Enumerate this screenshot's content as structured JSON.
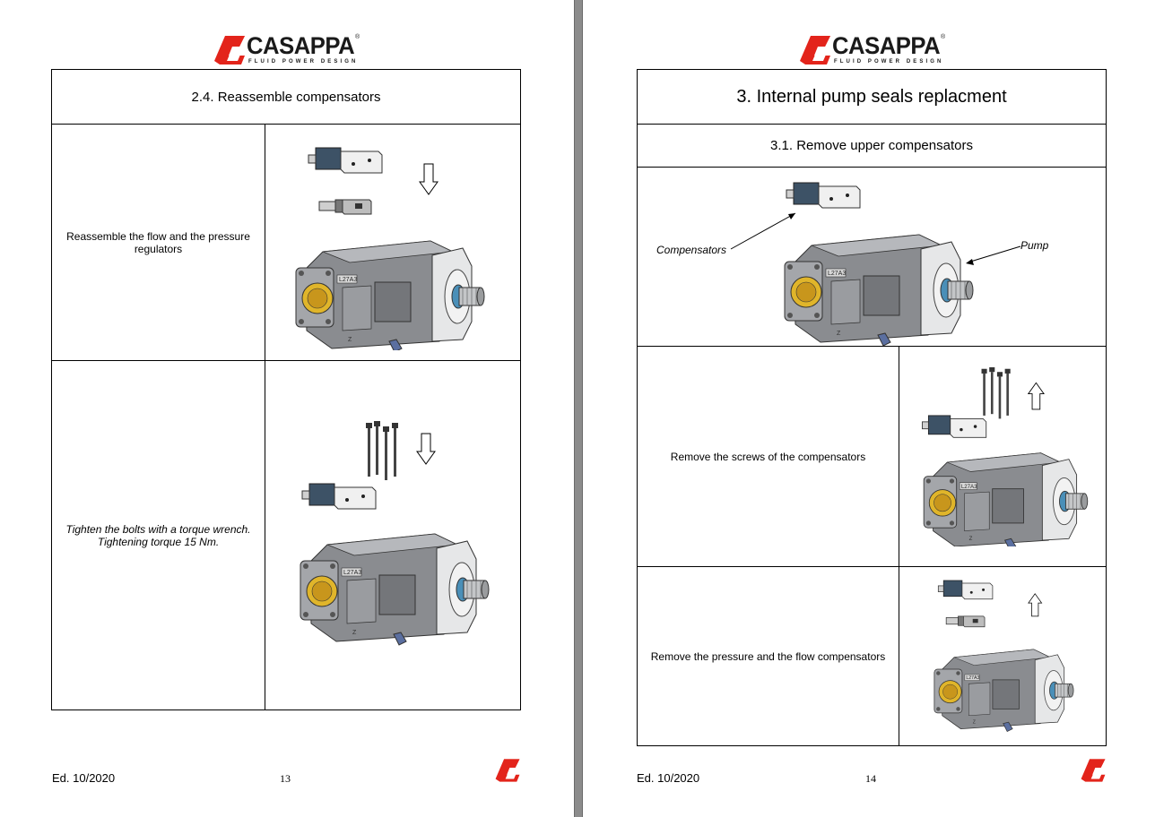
{
  "brand": {
    "name": "CASAPPA",
    "registered": "®",
    "tagline": "FLUID POWER DESIGN",
    "accent": "#e3241b"
  },
  "left_page": {
    "section_title": "2.4.   Reassemble compensators",
    "rows": [
      {
        "text": "Reassemble the flow and the pressure regulators",
        "image": "pump-compensators-reassembly"
      },
      {
        "text": "Tighten the bolts with a torque wrench. Tightening torque 15 Nm.",
        "image": "pump-bolts-tightening"
      }
    ],
    "footer": {
      "edition": "Ed. 10/2020",
      "page_number": "13"
    }
  },
  "right_page": {
    "chapter_title": "3. Internal pump seals replacment",
    "section_title": "3.1.   Remove upper compensators",
    "overview": {
      "label_compensators": "Compensators",
      "label_pump": "Pump"
    },
    "rows": [
      {
        "text": "Remove the screws of the compensators",
        "image": "pump-screws-removal"
      },
      {
        "text": "Remove the pressure and the flow compensators",
        "image": "pump-compensators-removal"
      }
    ],
    "footer": {
      "edition": "Ed. 10/2020",
      "page_number": "14"
    }
  },
  "label_text": "L27A3"
}
